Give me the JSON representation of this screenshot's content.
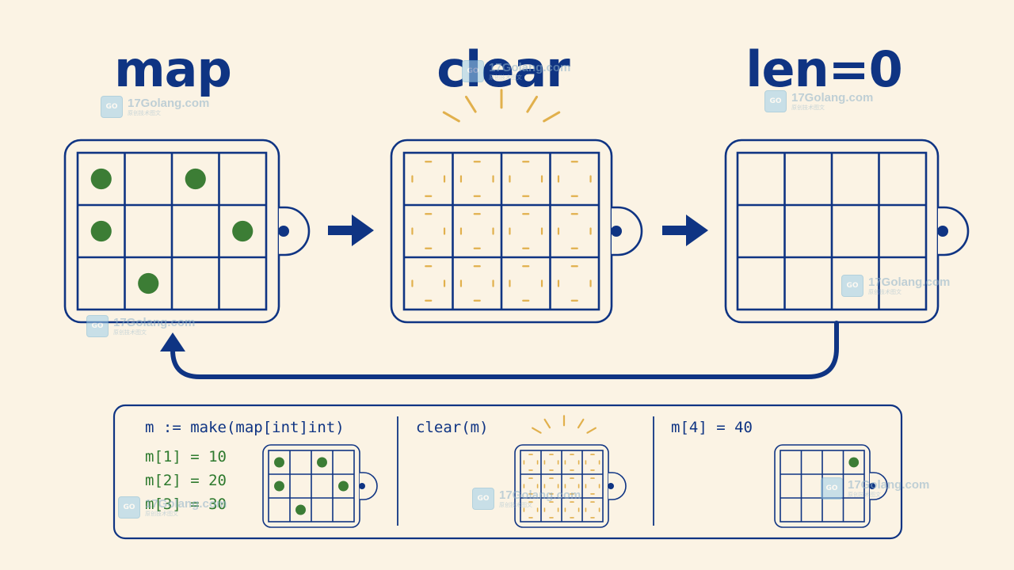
{
  "titles": {
    "map": "map",
    "clear": "clear",
    "len": "len=0"
  },
  "code": {
    "make": "m := make(map[int]int)",
    "assign_1": "m[1] = 10",
    "assign_2": "m[2] = 20",
    "assign_3": "m[3] = 30",
    "clear": "clear(m)",
    "assign_4": "m[4] = 40"
  },
  "grid": {
    "rows": 3,
    "cols": 4
  },
  "cells": {
    "map_filled": [
      [
        0,
        0
      ],
      [
        0,
        2
      ],
      [
        1,
        0
      ],
      [
        1,
        3
      ],
      [
        2,
        1
      ]
    ],
    "after_insert_filled": [
      [
        0,
        3
      ]
    ]
  },
  "colors": {
    "background": "#fbf3e4",
    "outline": "#0f3483",
    "dot": "#3c7d35",
    "sparkle": "#e1b04c",
    "code_green": "#2e7a2e"
  },
  "watermark": {
    "site": "17Golang.com",
    "tagline": "原创技术图文",
    "logo_text": "GO"
  }
}
